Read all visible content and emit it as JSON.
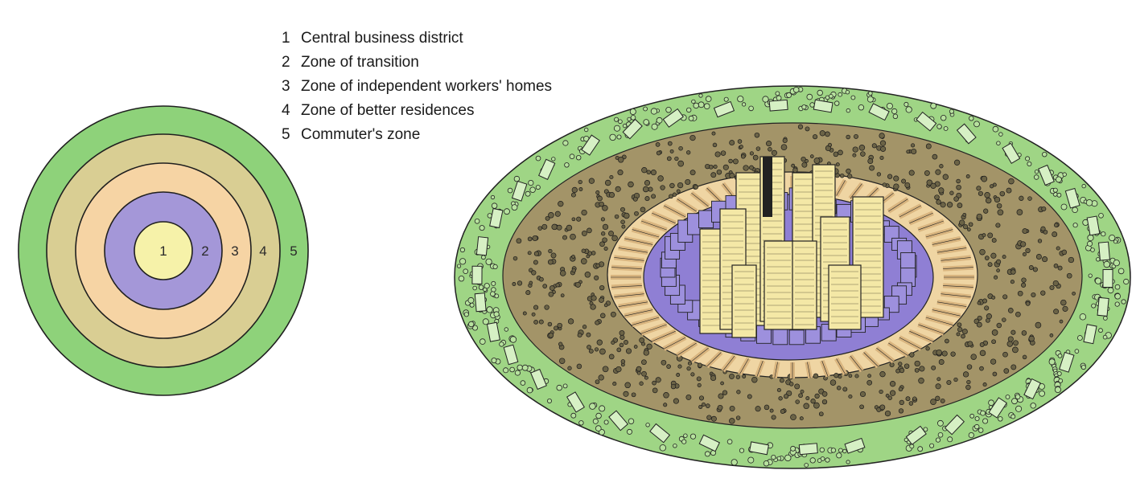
{
  "legend": [
    {
      "number": "1",
      "label": "Central business district"
    },
    {
      "number": "2",
      "label": "Zone of transition"
    },
    {
      "number": "3",
      "label": "Zone of independent workers' homes"
    },
    {
      "number": "4",
      "label": "Zone of better residences"
    },
    {
      "number": "5",
      "label": "Commuter's zone"
    }
  ],
  "ring_labels": [
    "1",
    "2",
    "3",
    "4",
    "5"
  ],
  "zone_colors": {
    "cbd": "#f6f2a9",
    "transition": "#a497d8",
    "workers_homes": "#f6d4a4",
    "better_residences": "#d9ce93",
    "commuter": "#8ed27a"
  },
  "illustration_colors": {
    "commuter_ground": "#9fd585",
    "residences_ground": "#a39468",
    "workers_ground": "#efd5a3",
    "transition_ground": "#8f7fd4",
    "towers": "#f4e8a6",
    "outline": "#222222"
  }
}
